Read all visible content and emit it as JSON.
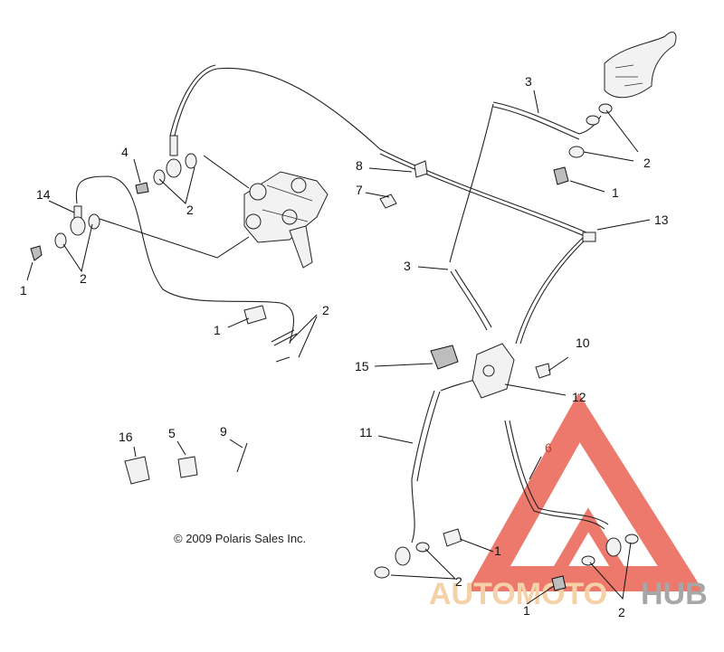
{
  "copyright": "© 2009 Polaris Sales Inc.",
  "watermark": {
    "part1": "AUTOMOTO",
    "part2": "HUB",
    "triangle_color": "#e74c3c",
    "part1_color": "#f2c28a",
    "part2_color": "#8a8a8a"
  },
  "callouts": {
    "c1a": "1",
    "c1b": "1",
    "c1c": "1",
    "c1d": "1",
    "c1e": "1",
    "c2a": "2",
    "c2b": "2",
    "c2c": "2",
    "c2d": "2",
    "c2e": "2",
    "c2f": "2",
    "c3a": "3",
    "c3b": "3",
    "c4": "4",
    "c5": "5",
    "c6": "6",
    "c7": "7",
    "c8": "8",
    "c9": "9",
    "c10": "10",
    "c11": "11",
    "c12": "12",
    "c13": "13",
    "c14": "14",
    "c15": "15",
    "c16": "16"
  }
}
